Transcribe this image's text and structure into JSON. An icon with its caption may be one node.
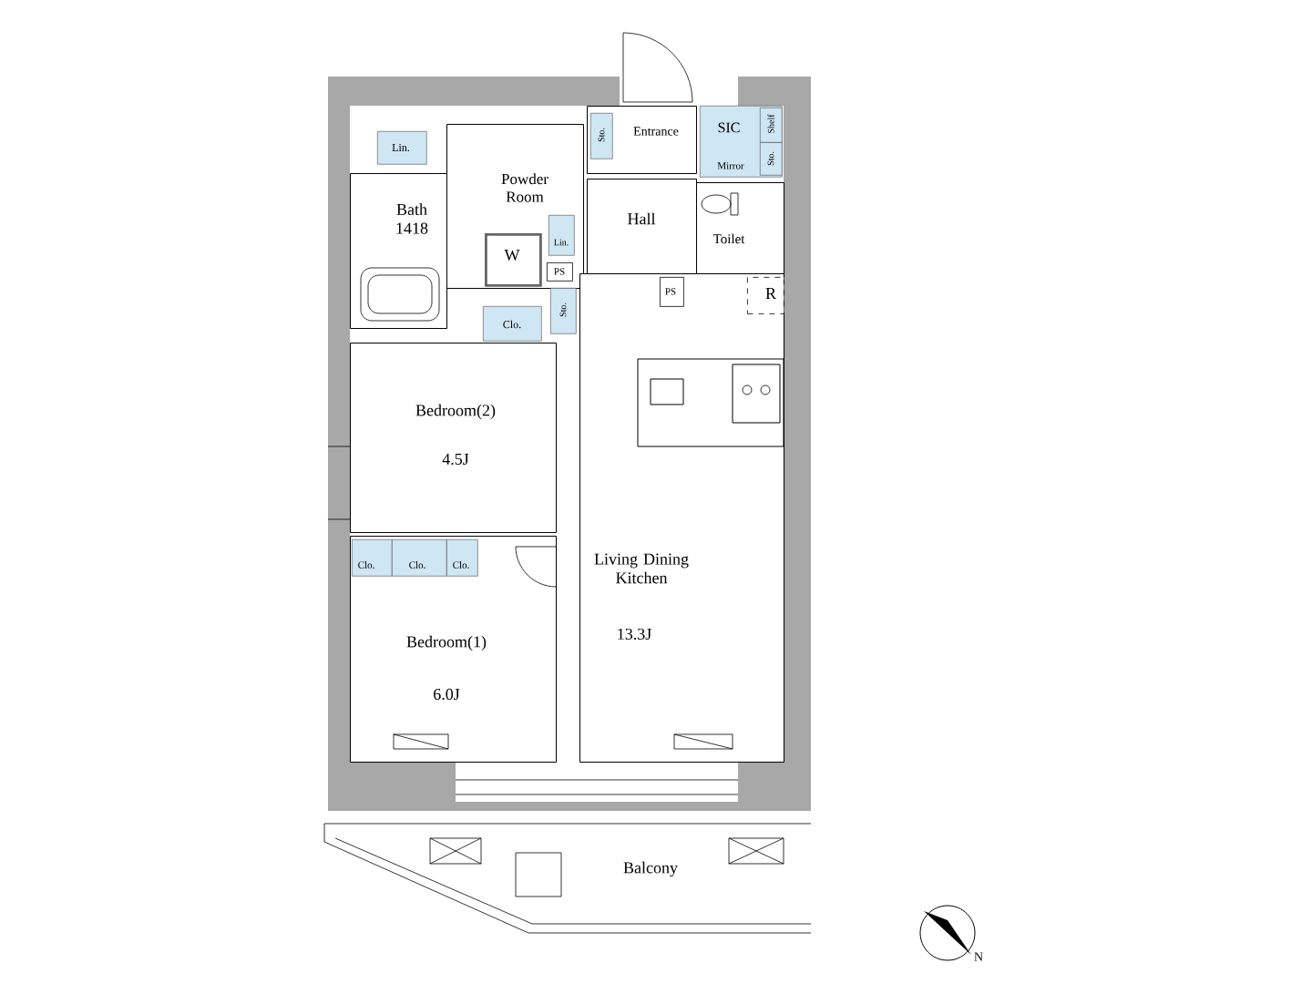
{
  "diagram": {
    "nodes": [
      {
        "text": [
          "Entrance"
        ]
      },
      {
        "text": [
          "Sto."
        ],
        "in": 0
      },
      {
        "text": [
          "SIC",
          "Mirror"
        ]
      },
      {
        "text": [
          "Sto."
        ],
        "in": 2
      },
      {
        "text": [
          "Shelf"
        ],
        "in": 2
      },
      {
        "text": [
          "Lin."
        ]
      },
      {
        "text": [
          "Powder Room"
        ]
      },
      {
        "text": [
          "Lin."
        ],
        "in": 6
      },
      {
        "text": [
          "W"
        ],
        "in": 6
      },
      {
        "text": [
          "PS"
        ],
        "in": 6
      },
      {
        "text": [
          "Bath 1418"
        ]
      },
      {
        "text": [
          "Hall"
        ]
      },
      {
        "text": [
          "Toilet"
        ]
      },
      {
        "text": [
          "Living Dining Kitchen",
          "13.3J"
        ]
      },
      {
        "text": [
          "PS"
        ],
        "in": 13
      },
      {
        "text": [
          "R"
        ],
        "in": 13
      },
      {
        "text": [
          "Sto."
        ]
      },
      {
        "text": [
          "Clo."
        ]
      },
      {
        "text": [
          "Bedroom(2)",
          "4.5J"
        ]
      },
      {
        "text": [
          "Bedroom(1)",
          "6.0J"
        ]
      },
      {
        "text": [
          "Clo."
        ],
        "in": 19
      },
      {
        "text": [
          "Clo."
        ],
        "in": 19
      },
      {
        "text": [
          "Clo."
        ],
        "in": 19
      },
      {
        "text": [
          "Balcony"
        ]
      }
    ],
    "labels": [
      "N"
    ]
  }
}
